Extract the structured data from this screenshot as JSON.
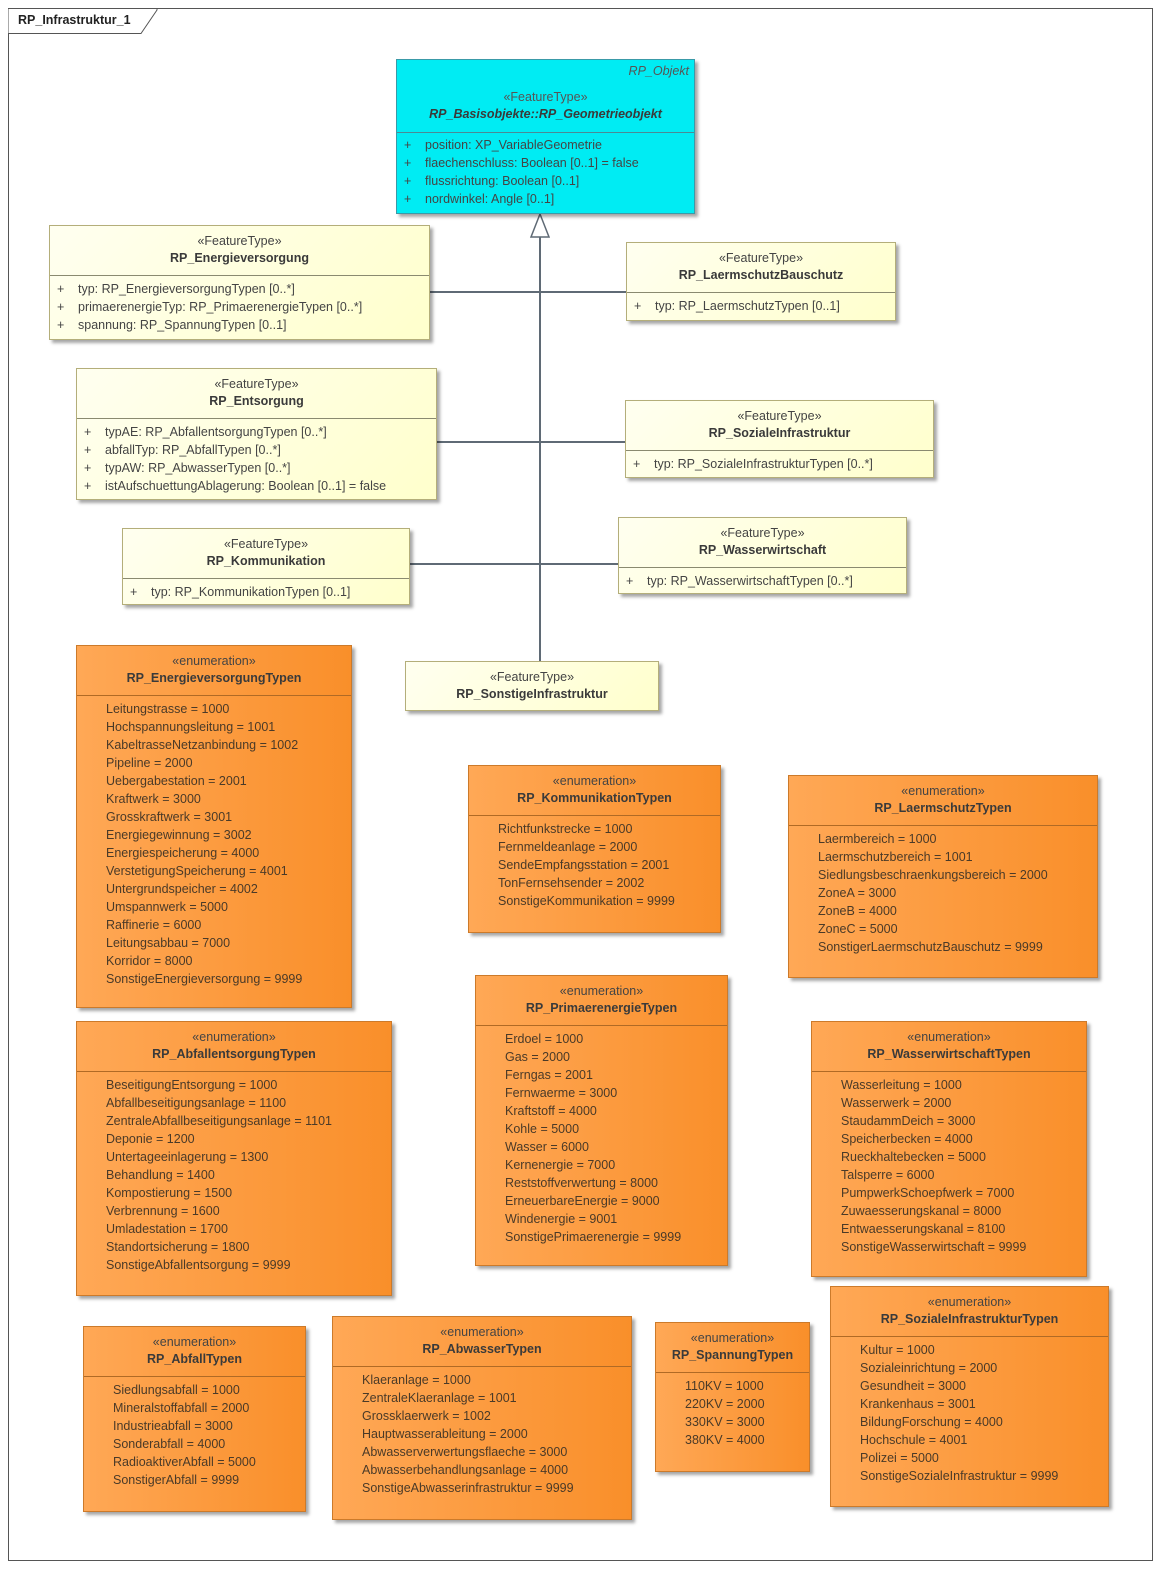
{
  "frame_title": "RP_Infrastruktur_1",
  "base_class": {
    "abstract_label": "RP_Objekt",
    "stereotype": "«FeatureType»",
    "name": "RP_Basisobjekte::RP_Geometrieobjekt",
    "attributes": [
      "position: XP_VariableGeometrie",
      "flaechenschluss: Boolean [0..1] = false",
      "flussrichtung: Boolean [0..1]",
      "nordwinkel: Angle [0..1]"
    ]
  },
  "feature_types": [
    {
      "key": "energieversorgung",
      "stereotype": "«FeatureType»",
      "name": "RP_Energieversorgung",
      "attributes": [
        "typ: RP_EnergieversorgungTypen [0..*]",
        "primaerenergieTyp: RP_PrimaerenergieTypen [0..*]",
        "spannung: RP_SpannungTypen [0..1]"
      ]
    },
    {
      "key": "laermschutz",
      "stereotype": "«FeatureType»",
      "name": "RP_LaermschutzBauschutz",
      "attributes": [
        "typ: RP_LaermschutzTypen [0..1]"
      ]
    },
    {
      "key": "entsorgung",
      "stereotype": "«FeatureType»",
      "name": "RP_Entsorgung",
      "attributes": [
        "typAE: RP_AbfallentsorgungTypen [0..*]",
        "abfallTyp: RP_AbfallTypen [0..*]",
        "typAW: RP_AbwasserTypen [0..*]",
        "istAufschuettungAblagerung: Boolean [0..1] = false"
      ]
    },
    {
      "key": "sozial",
      "stereotype": "«FeatureType»",
      "name": "RP_SozialeInfrastruktur",
      "attributes": [
        "typ: RP_SozialeInfrastrukturTypen [0..*]"
      ]
    },
    {
      "key": "kommunikation",
      "stereotype": "«FeatureType»",
      "name": "RP_Kommunikation",
      "attributes": [
        "typ: RP_KommunikationTypen [0..1]"
      ]
    },
    {
      "key": "wasser",
      "stereotype": "«FeatureType»",
      "name": "RP_Wasserwirtschaft",
      "attributes": [
        "typ: RP_WasserwirtschaftTypen [0..*]"
      ]
    },
    {
      "key": "sonstige",
      "stereotype": "«FeatureType»",
      "name": "RP_SonstigeInfrastruktur",
      "attributes": []
    }
  ],
  "attribute_marker": "+",
  "enumerations": [
    {
      "key": "energieversorgungtypen",
      "stereotype": "«enumeration»",
      "name": "RP_EnergieversorgungTypen",
      "literals": [
        "Leitungstrasse = 1000",
        "Hochspannungsleitung = 1001",
        "KabeltrasseNetzanbindung = 1002",
        "Pipeline = 2000",
        "Uebergabestation = 2001",
        "Kraftwerk = 3000",
        "Grosskraftwerk = 3001",
        "Energiegewinnung = 3002",
        "Energiespeicherung = 4000",
        "VerstetigungSpeicherung = 4001",
        "Untergrundspeicher = 4002",
        "Umspannwerk = 5000",
        "Raffinerie = 6000",
        "Leitungsabbau = 7000",
        "Korridor = 8000",
        "SonstigeEnergieversorgung = 9999"
      ]
    },
    {
      "key": "kommunikationtypen",
      "stereotype": "«enumeration»",
      "name": "RP_KommunikationTypen",
      "literals": [
        "Richtfunkstrecke = 1000",
        "Fernmeldeanlage = 2000",
        "SendeEmpfangsstation = 2001",
        "TonFernsehsender = 2002",
        "SonstigeKommunikation = 9999"
      ]
    },
    {
      "key": "laermschutztypen",
      "stereotype": "«enumeration»",
      "name": "RP_LaermschutzTypen",
      "literals": [
        "Laermbereich = 1000",
        "Laermschutzbereich = 1001",
        "Siedlungsbeschraenkungsbereich = 2000",
        "ZoneA = 3000",
        "ZoneB = 4000",
        "ZoneC = 5000",
        "SonstigerLaermschutzBauschutz = 9999"
      ]
    },
    {
      "key": "abfallentsorgungtypen",
      "stereotype": "«enumeration»",
      "name": "RP_AbfallentsorgungTypen",
      "literals": [
        "BeseitigungEntsorgung = 1000",
        "Abfallbeseitigungsanlage = 1100",
        "ZentraleAbfallbeseitigungsanlage = 1101",
        "Deponie = 1200",
        "Untertageeinlagerung = 1300",
        "Behandlung = 1400",
        "Kompostierung = 1500",
        "Verbrennung = 1600",
        "Umladestation = 1700",
        "Standortsicherung = 1800",
        "SonstigeAbfallentsorgung = 9999"
      ]
    },
    {
      "key": "primaerenergietypen",
      "stereotype": "«enumeration»",
      "name": "RP_PrimaerenergieTypen",
      "literals": [
        "Erdoel = 1000",
        "Gas = 2000",
        "Ferngas = 2001",
        "Fernwaerme = 3000",
        "Kraftstoff = 4000",
        "Kohle = 5000",
        "Wasser = 6000",
        "Kernenergie = 7000",
        "Reststoffverwertung = 8000",
        "ErneuerbareEnergie = 9000",
        "Windenergie = 9001",
        "SonstigePrimaerenergie = 9999"
      ]
    },
    {
      "key": "wasserwirtschafttypen",
      "stereotype": "«enumeration»",
      "name": "RP_WasserwirtschaftTypen",
      "literals": [
        "Wasserleitung = 1000",
        "Wasserwerk = 2000",
        "StaudammDeich = 3000",
        "Speicherbecken = 4000",
        "Rueckhaltebecken = 5000",
        "Talsperre = 6000",
        "PumpwerkSchoepfwerk = 7000",
        "Zuwaesserungskanal = 8000",
        "Entwaesserungskanal = 8100",
        "SonstigeWasserwirtschaft = 9999"
      ]
    },
    {
      "key": "abfalltypen",
      "stereotype": "«enumeration»",
      "name": "RP_AbfallTypen",
      "literals": [
        "Siedlungsabfall = 1000",
        "Mineralstoffabfall = 2000",
        "Industrieabfall = 3000",
        "Sonderabfall = 4000",
        "RadioaktiverAbfall = 5000",
        "SonstigerAbfall = 9999"
      ]
    },
    {
      "key": "abwassertypen",
      "stereotype": "«enumeration»",
      "name": "RP_AbwasserTypen",
      "literals": [
        "Klaeranlage = 1000",
        "ZentraleKlaeranlage = 1001",
        "Grossklaerwerk = 1002",
        "Hauptwasserableitung = 2000",
        "Abwasserverwertungsflaeche = 3000",
        "Abwasserbehandlungsanlage = 4000",
        "SonstigeAbwasserinfrastruktur = 9999"
      ]
    },
    {
      "key": "spannungtypen",
      "stereotype": "«enumeration»",
      "name": "RP_SpannungTypen",
      "literals": [
        "110KV = 1000",
        "220KV = 2000",
        "330KV = 3000",
        "380KV = 4000"
      ]
    },
    {
      "key": "sozialetypen",
      "stereotype": "«enumeration»",
      "name": "RP_SozialeInfrastrukturTypen",
      "literals": [
        "Kultur = 1000",
        "Sozialeinrichtung = 2000",
        "Gesundheit = 3000",
        "Krankenhaus = 3001",
        "BildungForschung = 4000",
        "Hochschule = 4001",
        "Polizei = 5000",
        "SonstigeSozialeInfrastruktur = 9999"
      ]
    }
  ],
  "colors": {
    "base_fill": "#00ecf3",
    "feature_fill": "#ffffcc",
    "enum_fill": "#f98f2a",
    "connector": "#5f6a75"
  }
}
